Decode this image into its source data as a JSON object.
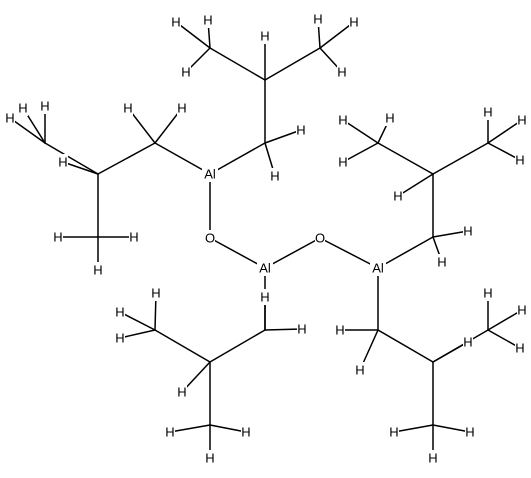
{
  "molecule": {
    "element_symbols": {
      "aluminium": "Al",
      "oxygen": "O",
      "hydrogen": "H"
    },
    "colors": {
      "bond": "#000000",
      "label": "#000000",
      "background": "#ffffff"
    }
  }
}
